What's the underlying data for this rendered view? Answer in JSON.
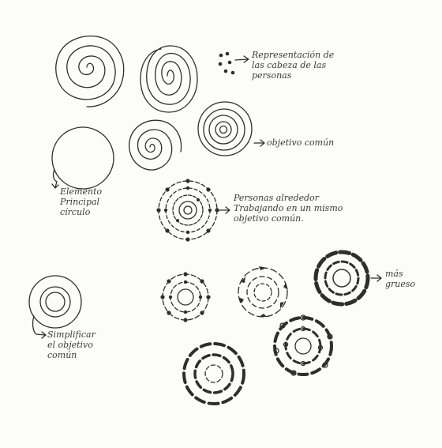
{
  "ink_color": "#2e2e2e",
  "paper_color": "#fcfcfb",
  "notes": {
    "heads": "Representación de\nlas cabeza de las\npersonas",
    "common_goal": "objetivo común",
    "main_element": "Elemento\nPrincipal\ncírculo",
    "people_around": "Personas alrededor\nTrabajando en un mismo\nobjetivo común.",
    "thicker": "más\ngrueso",
    "simplify": "Simplificar\nel objetivo\ncomún"
  }
}
